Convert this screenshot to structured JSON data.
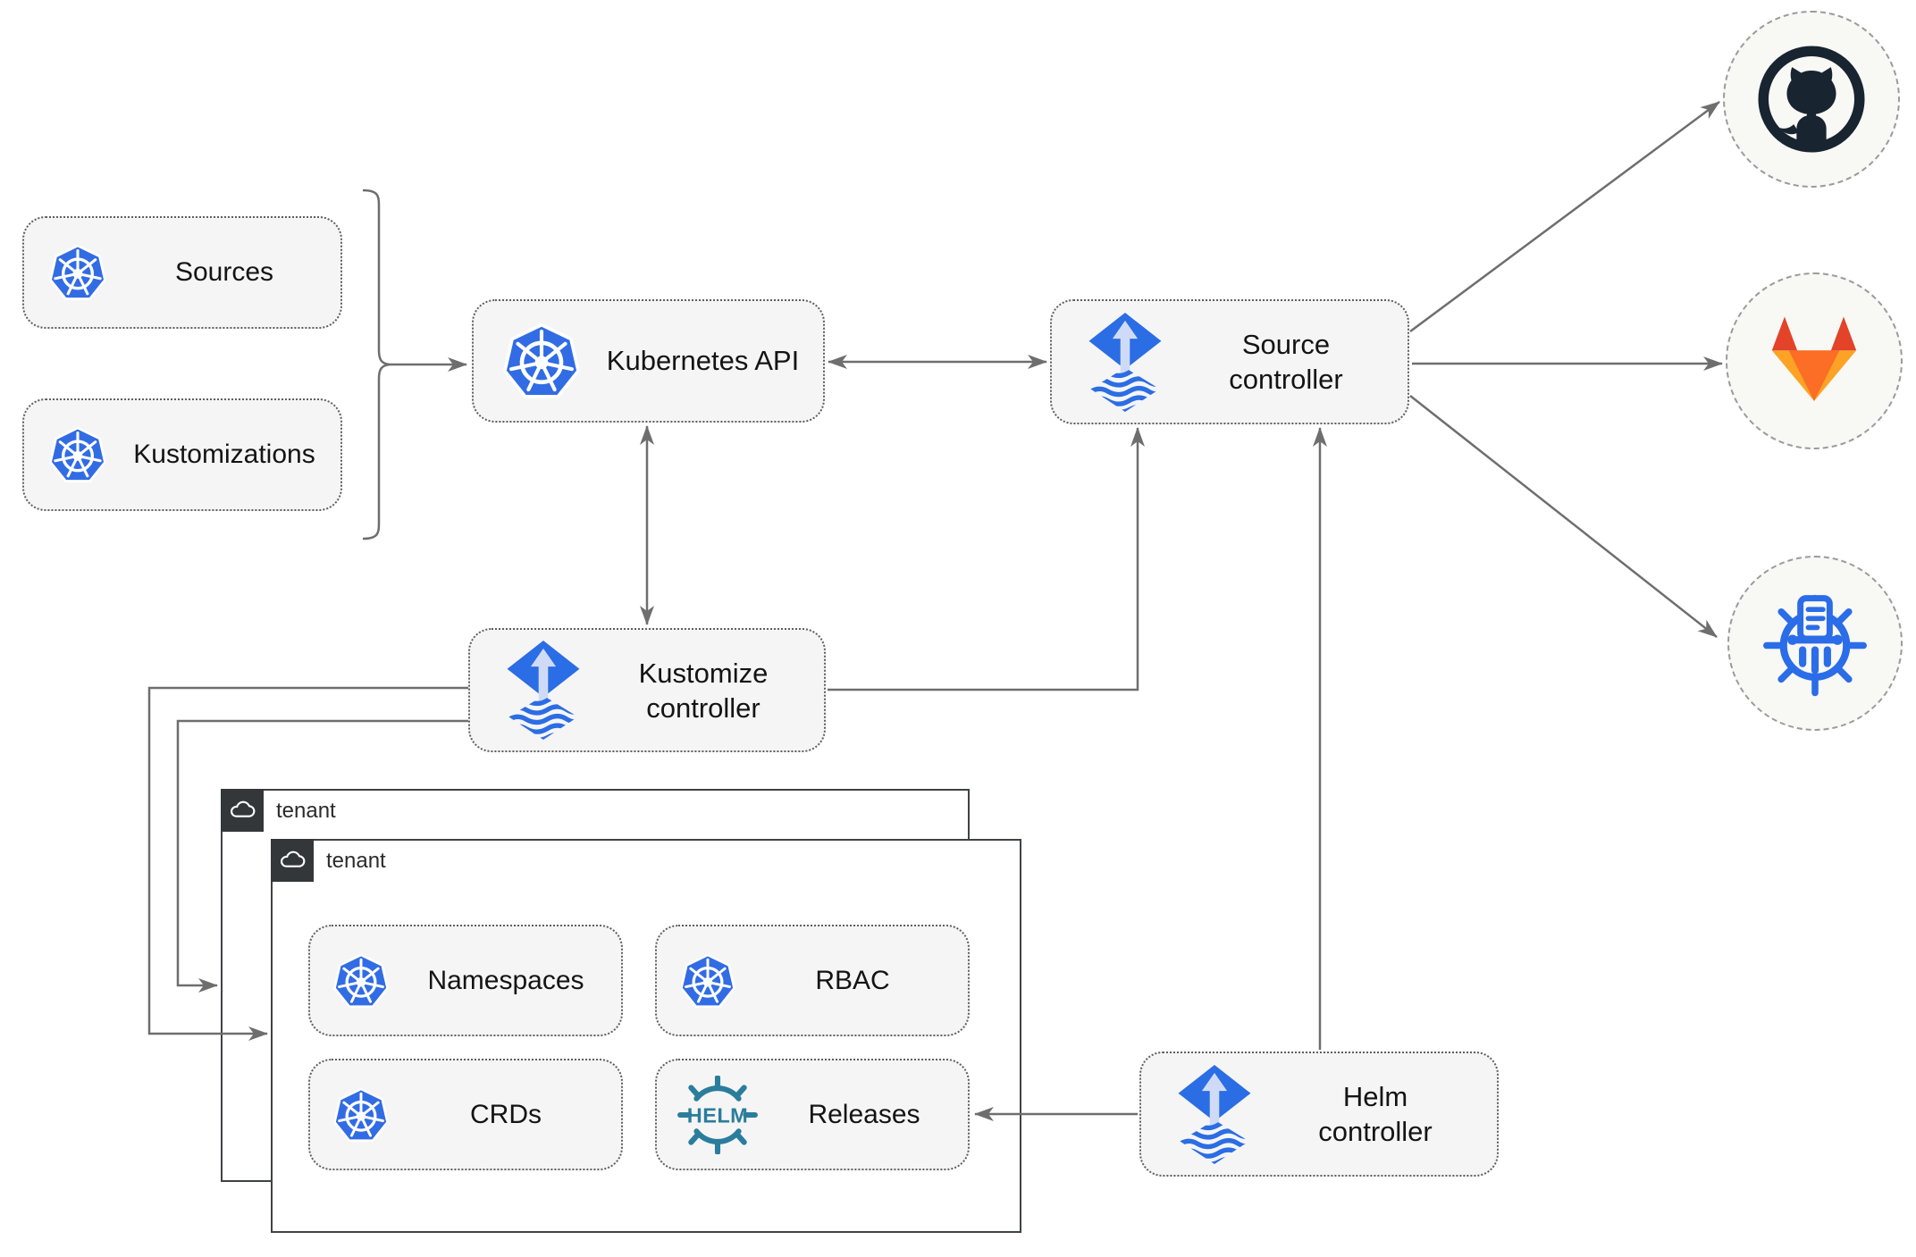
{
  "diagram": {
    "left_column": {
      "sources_label": "Sources",
      "kustomizations_label": "Kustomizations"
    },
    "nodes": {
      "kubernetes_api": {
        "label": "Kubernetes API"
      },
      "source_controller": {
        "line1": "Source",
        "line2": "controller"
      },
      "kustomize_controller": {
        "line1": "Kustomize",
        "line2": "controller"
      },
      "helm_controller": {
        "line1": "Helm",
        "line2": "controller"
      }
    },
    "tenants": {
      "outer_label": "tenant",
      "inner_label": "tenant"
    },
    "tenant_items": {
      "namespaces": "Namespaces",
      "rbac": "RBAC",
      "crds": "CRDs",
      "releases": "Releases"
    },
    "helm_logo_text": "HELM",
    "external_targets": [
      {
        "name": "github"
      },
      {
        "name": "gitlab"
      },
      {
        "name": "chartmuseum"
      }
    ],
    "colors": {
      "kubernetes_blue": "#326CE5",
      "flux_blue": "#2b6de4",
      "flux_arrow_light": "#cfdbf6",
      "helm_teal": "#2a7d9c",
      "chartmuseum_blue": "#2b6de8",
      "github_dark": "#182430",
      "gitlab_red": "#e24329",
      "gitlab_orange": "#fc6d26",
      "gitlab_yellow": "#fca326",
      "box_fill": "#f5f5f5",
      "line_gray": "#6e6e6e",
      "tenant_header_bg": "#33373a",
      "tenant_border": "#3f4245"
    }
  }
}
